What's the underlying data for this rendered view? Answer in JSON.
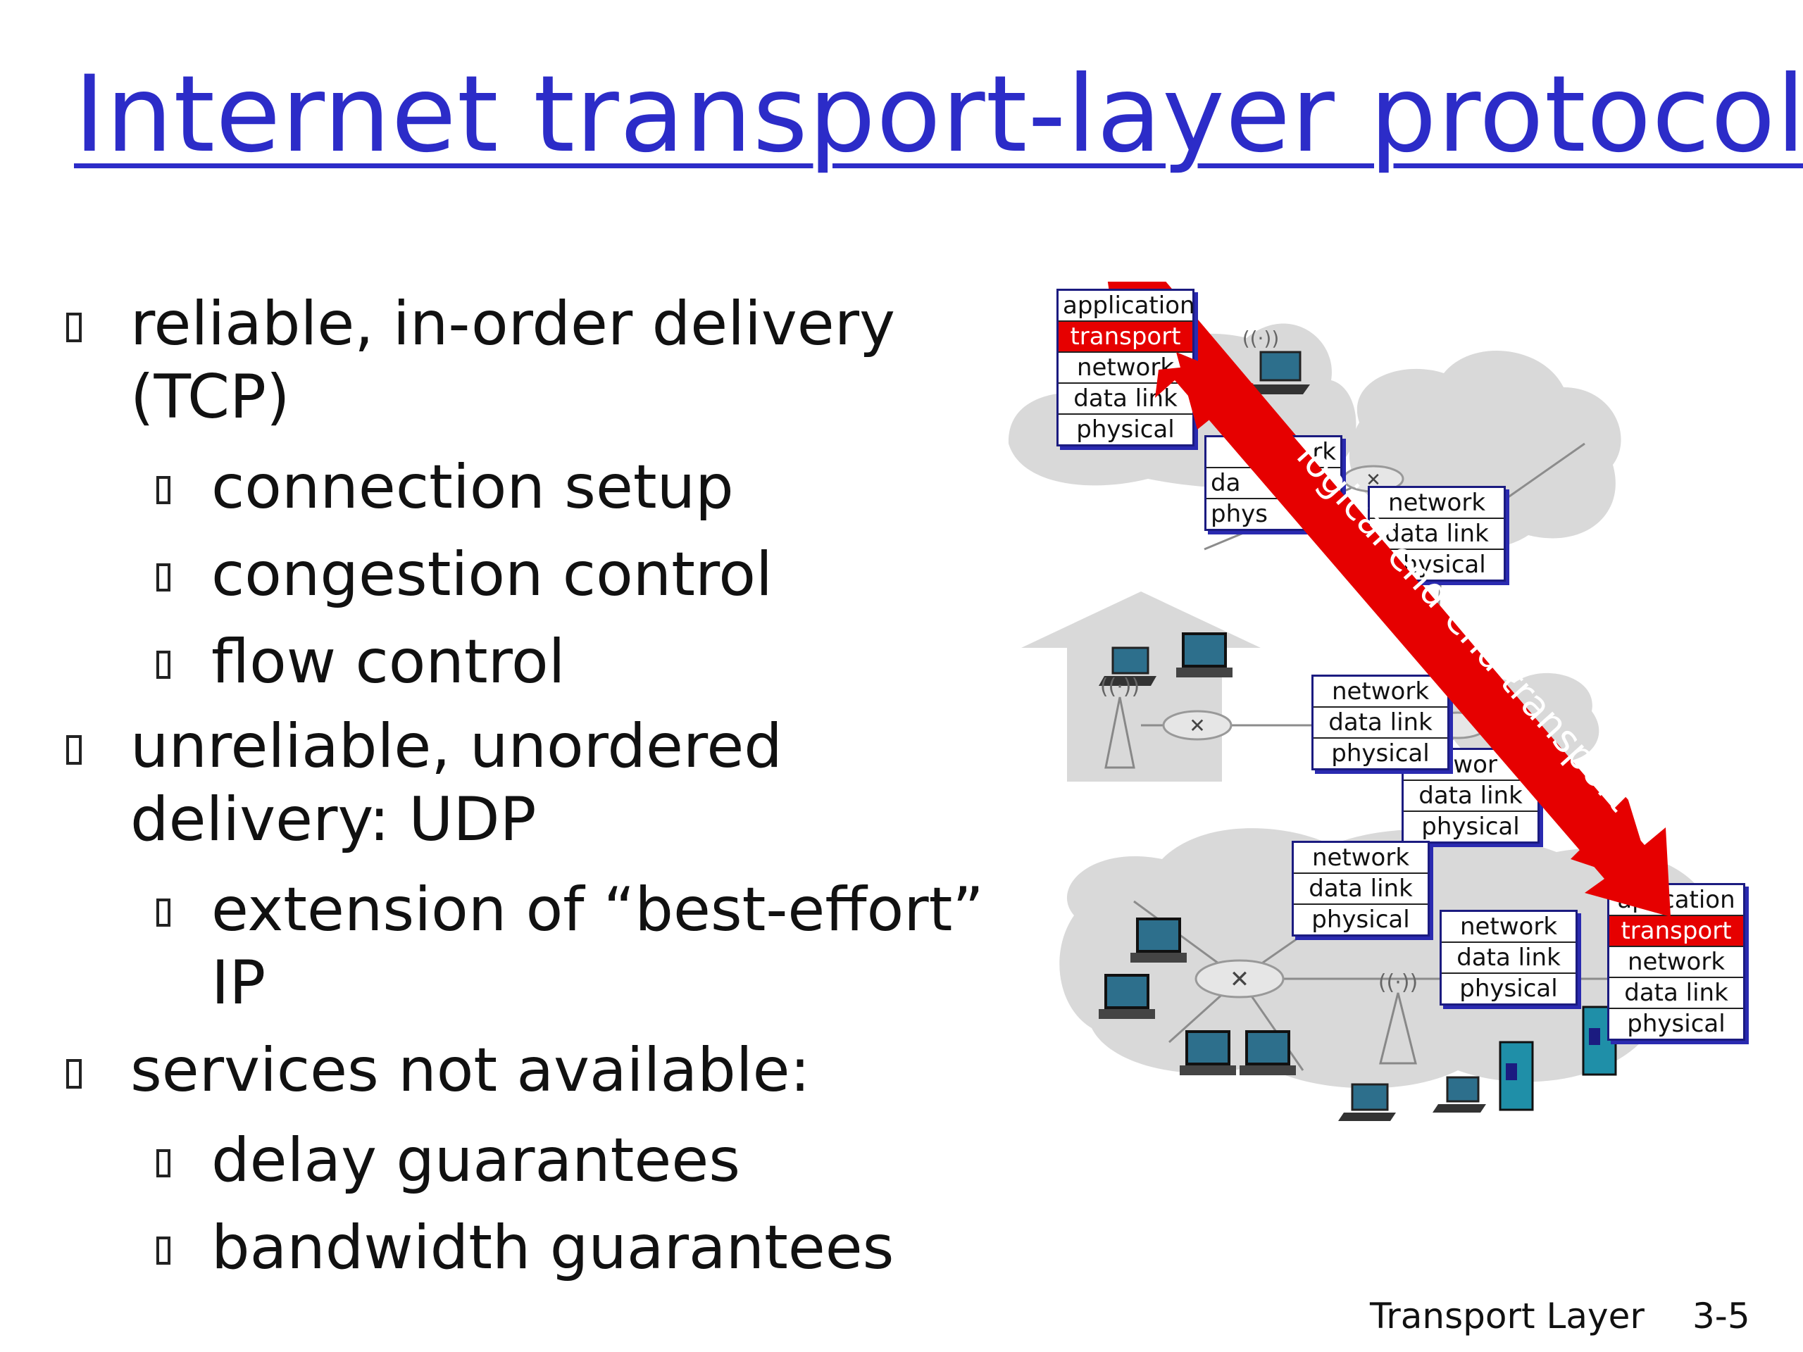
{
  "slide": {
    "title": "Internet transport-layer protocols",
    "footer_label": "Transport Layer",
    "slide_number": "3-5"
  },
  "bullets": [
    {
      "text": "reliable, in-order delivery",
      "text2": "(TCP)",
      "sub": [
        "connection setup",
        "congestion control",
        "flow control"
      ]
    },
    {
      "text": "unreliable, unordered",
      "text2": "delivery: UDP",
      "sub": [
        "extension of “best-effort”",
        "IP"
      ]
    },
    {
      "text": "services not available:",
      "text2": "",
      "sub": [
        "delay guarantees",
        "bandwidth guarantees"
      ]
    }
  ],
  "diagram": {
    "arrow_label": "logical end-end transport",
    "highlight_color": "#e60000",
    "host_stack": [
      "application",
      "transport",
      "network",
      "data link",
      "physical"
    ],
    "router_stack": [
      "network",
      "data link",
      "physical"
    ],
    "router_stack_partial": [
      "rk",
      "da",
      "phys"
    ],
    "router_stack_partial2": [
      "twor",
      "data link",
      "physical"
    ],
    "dest_host_stack": [
      "ap  ication",
      "transport",
      "network",
      "data link",
      "physical"
    ]
  }
}
